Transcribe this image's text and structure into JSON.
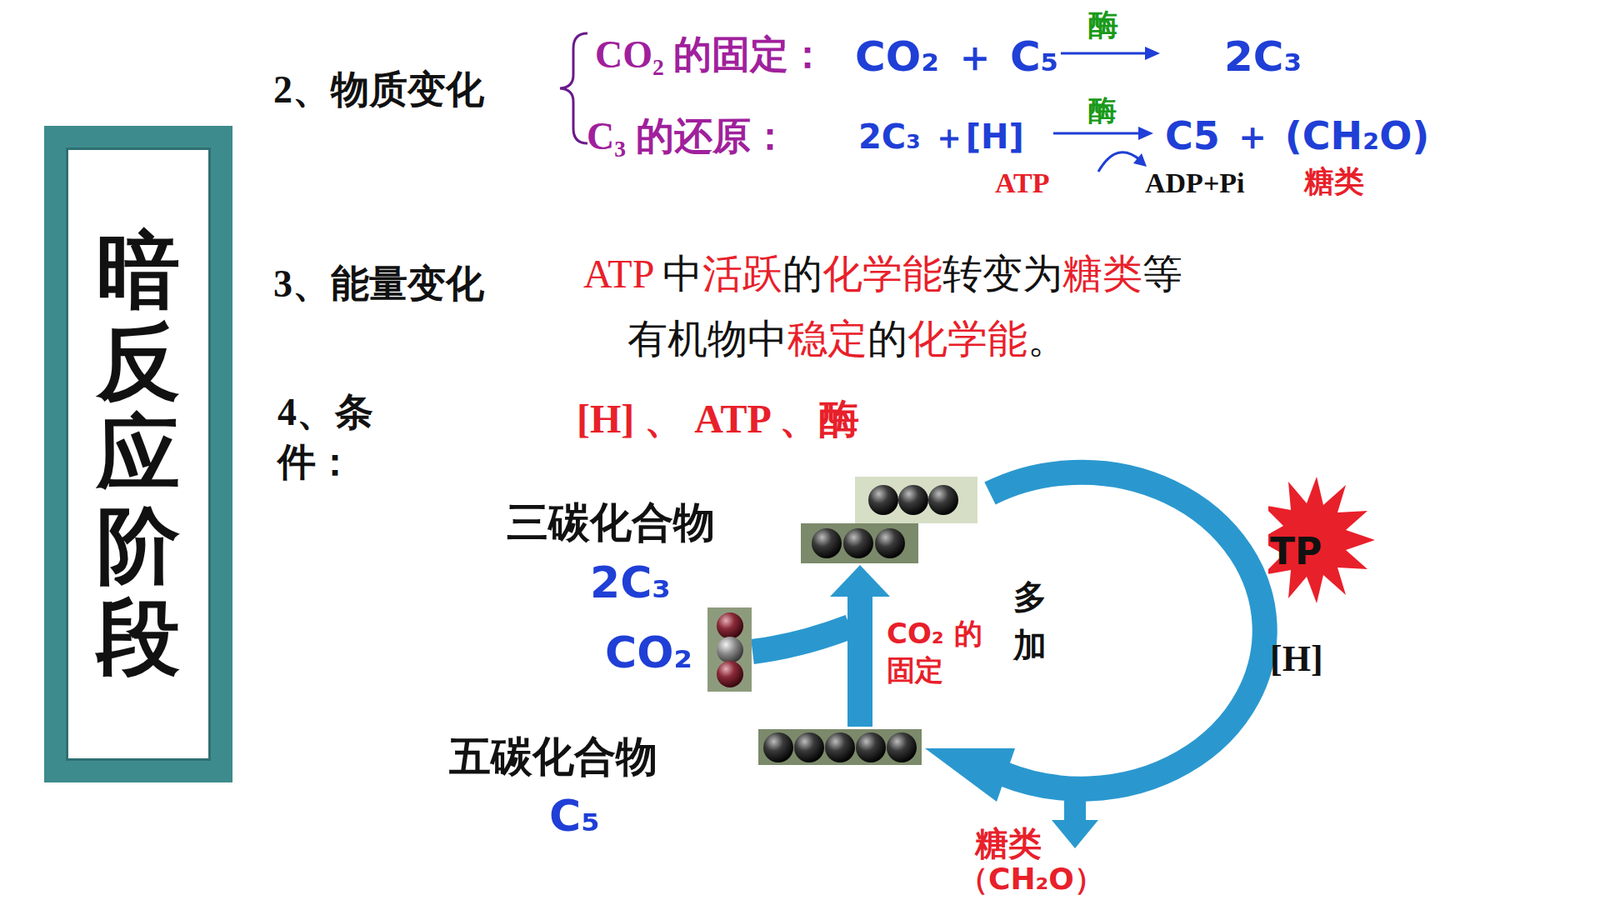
{
  "diagram": {
    "nodes": [
      {
        "text": [
          "暗反应阶段"
        ]
      }
    ],
    "labels": [
      "2、物质变化",
      "CO₂ 的固定：",
      "CO₂ ＋ C₅",
      "酶",
      "2C₃",
      "C₃ 的还原：",
      "2C₃ ＋[H]",
      "酶",
      "ATP",
      "C5 ＋ (CH₂O)",
      "ADP+Pi",
      "糖类",
      "3、能量变化",
      "ATP",
      "中",
      "活跃",
      "的",
      "化学能",
      "转变为",
      "糖类",
      "等",
      "有机物中",
      "稳定",
      "的",
      "化学能",
      "。",
      "4、条件：",
      "[H] 、 ATP 、酶",
      "三碳化合物",
      "2C₃",
      "CO₂",
      "五碳化合物",
      "C₅",
      "CO₂ 的 固定",
      "多",
      "加",
      "TP",
      "[H]",
      "糖类",
      "（CH₂O）"
    ]
  }
}
